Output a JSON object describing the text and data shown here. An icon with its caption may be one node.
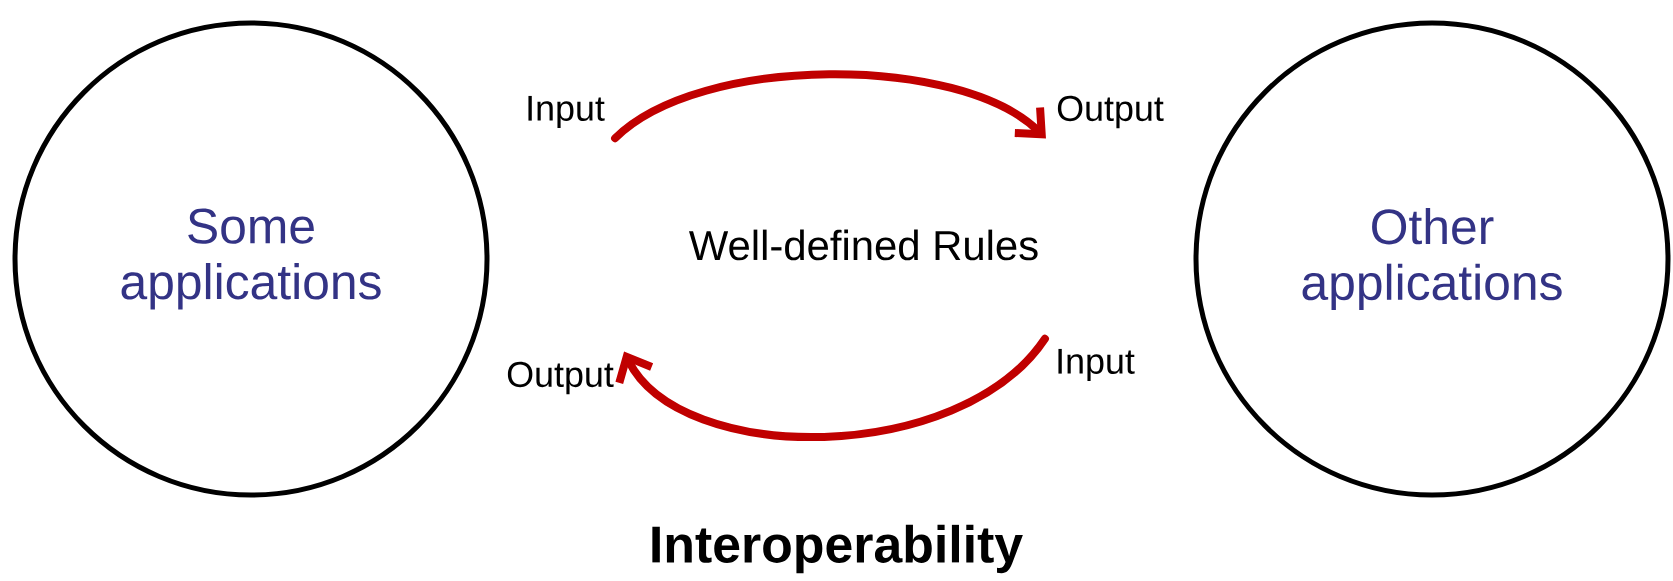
{
  "diagram": {
    "caption": "Interoperability",
    "nodes": [
      {
        "text": [
          "Some applications"
        ]
      },
      {
        "text": [
          "Other applications"
        ]
      },
      {
        "text": [
          "Well-defined Rules"
        ]
      },
      {
        "text": [
          "Input"
        ]
      },
      {
        "text": [
          "Output"
        ]
      },
      {
        "text": [
          "Output"
        ]
      },
      {
        "text": [
          "Input"
        ]
      }
    ],
    "edges": [
      {
        "from": 3,
        "to": 4,
        "arrow": "to",
        "color": "#c00000"
      },
      {
        "from": 6,
        "to": 5,
        "arrow": "to",
        "color": "#c00000"
      }
    ]
  }
}
